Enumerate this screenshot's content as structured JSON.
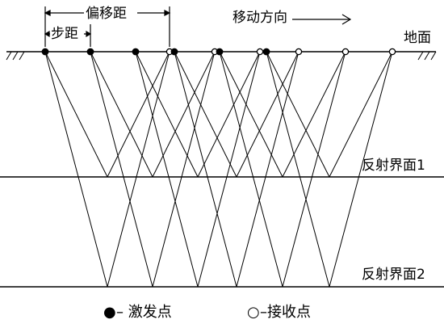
{
  "labels": {
    "offset": "偏移距",
    "step": "步距",
    "direction": "移动方向",
    "ground": "地面",
    "interface1": "反射界面1",
    "interface2": "反射界面2"
  },
  "legend": {
    "shot_symbol": "●",
    "shot_text": "– 激发点",
    "receiver_symbol": "○",
    "receiver_text": "–接收点"
  },
  "colors": {
    "ink": "#000000",
    "background": "#ffffff"
  }
}
